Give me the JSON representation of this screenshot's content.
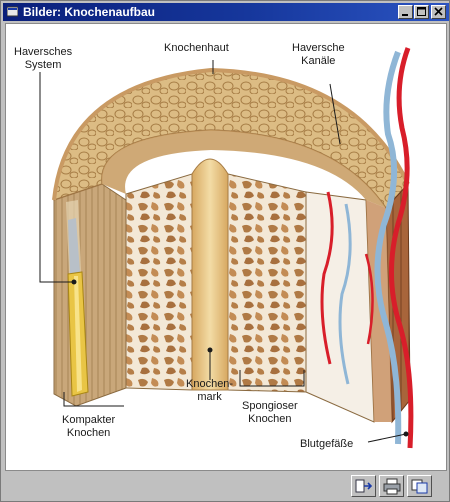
{
  "window": {
    "title": "Bilder: Knochenaufbau"
  },
  "labels": {
    "knochenhaut": "Knochenhaut",
    "haversche_kanaele": "Haversche\nKanäle",
    "haversches_system": "Haversches\nSystem",
    "knochenmark": "Knochen-\nmark",
    "spongioser_knochen": "Spongioser\nKnochen",
    "kompakter_knochen": "Kompakter\nKnochen",
    "blutgefaesse": "Blutgefäße"
  },
  "toolbar": {
    "icons": [
      "exit-icon",
      "print-icon",
      "copy-icon"
    ]
  },
  "colors": {
    "title_bar": "#0a1f7a",
    "window_chrome": "#c0c0c0",
    "bone_cap": "#d9b57a",
    "spongy": "#c08a52",
    "marrow": "#e8c888",
    "compact_yellow": "#e9c545",
    "artery": "#d81e2a",
    "vein": "#8fb6d6"
  }
}
